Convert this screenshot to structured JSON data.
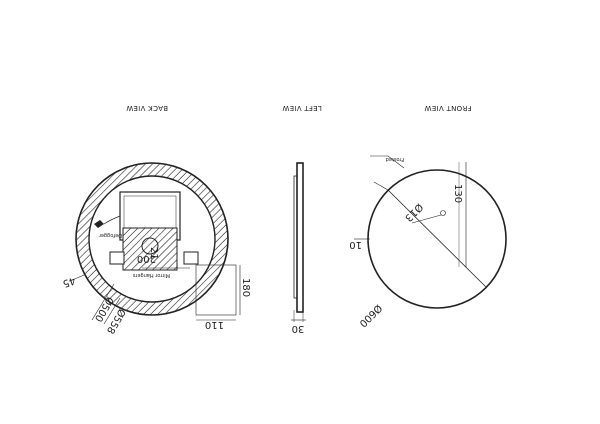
{
  "views": {
    "front": {
      "title": "FRONT VIEW"
    },
    "left": {
      "title": "LEFT VIEW"
    },
    "back": {
      "title": "BACK VIEW"
    }
  },
  "front_view": {
    "dim_diameter": "Ø600",
    "dim_switch_dia": "Ø13",
    "dim_130": "130",
    "dim_10": "10",
    "label_frosted": "Frosted"
  },
  "left_view": {
    "dim_thickness": "30"
  },
  "back_view": {
    "dim_45": "45",
    "dim_500": "Ø500",
    "dim_558": "Ø558",
    "dim_180": "180",
    "dim_110": "110",
    "dim_200": "200",
    "dim_21": "21",
    "label_defogger": "Defogger",
    "label_hangers": "Mirror Hangers"
  },
  "colors": {
    "line": "#222222",
    "background": "#ffffff"
  }
}
